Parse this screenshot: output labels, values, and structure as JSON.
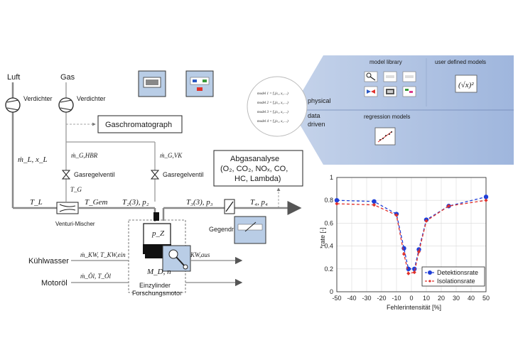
{
  "schematic": {
    "luft": "Luft",
    "gas": "Gas",
    "verdichter_luft": "Verdichter",
    "verdichter_gas": "Verdichter",
    "gaschromatograph": "Gaschromatograph",
    "abgasanalyse_title": "Abgasanalyse",
    "abgasanalyse_line1": "(O₂, CO₂, NOₓ, CO,",
    "abgasanalyse_line2": "HC, Lambda)",
    "gasregelventil_1": "Gasregelventil",
    "gasregelventil_2": "Gasregelventil",
    "venturi": "Venturi-Mischer",
    "gegendruck": "Gegendru",
    "kuehlwasser": "Kühlwasser",
    "motoroel": "Motoröl",
    "engine_line1": "Einzylinder",
    "engine_line2": "Forschungsmotor",
    "m_l": "ṁ_L, x_L",
    "m_g_hbr": "ṁ_G,HBR",
    "m_g_vk": "ṁ_G,VK",
    "t_g": "T_G",
    "t_l": "T_L",
    "t_gem": "T_Gem",
    "t2p2": "T₂(3), p₂",
    "t3p3": "T₃(3), p₃",
    "t4p4": "T₄, p₄",
    "pz": "p_Z",
    "md": "M_D, n",
    "m_kw": "ṁ_KW, T_KW,ein",
    "kw_aus": "KW,aus",
    "m_oel": "ṁ_Öl, T_Öl"
  },
  "modeling": {
    "physical": "physical",
    "data": "data",
    "driven": "driven",
    "model_library": "model library",
    "user_defined": "user defined models",
    "regression": "regression models",
    "formula": "(√x)²",
    "models": [
      "model 1 = f₁(x₁, x₂ ...)",
      "model 2 = f₂(x₁, x₂ ...)",
      "model 3 = f₃(x₁, x₂ ...)",
      "model 4 = f₄(x₁, x₂ ...)"
    ]
  },
  "chart_data": {
    "type": "line",
    "x": [
      -50,
      -25,
      -10,
      -5,
      -2,
      2,
      5,
      10,
      25,
      50
    ],
    "series": [
      {
        "name": "Detektionsrate",
        "color": "#1f3fd8",
        "values": [
          0.8,
          0.79,
          0.68,
          0.38,
          0.2,
          0.2,
          0.37,
          0.63,
          0.75,
          0.83
        ]
      },
      {
        "name": "Isolationsrate",
        "color": "#e0302a",
        "values": [
          0.77,
          0.76,
          0.67,
          0.33,
          0.16,
          0.17,
          0.35,
          0.62,
          0.75,
          0.8
        ]
      }
    ],
    "xlabel": "Fehlerintensität [%]",
    "ylabel": "*rate [-]",
    "xlim": [
      -50,
      50
    ],
    "ylim": [
      0,
      1
    ],
    "xticks": [
      -50,
      -40,
      -30,
      -20,
      -10,
      0,
      10,
      20,
      30,
      40,
      50
    ],
    "yticks": [
      0,
      0.2,
      0.4,
      0.6,
      0.8,
      1
    ],
    "grid": true,
    "legend": "bottom-right"
  }
}
